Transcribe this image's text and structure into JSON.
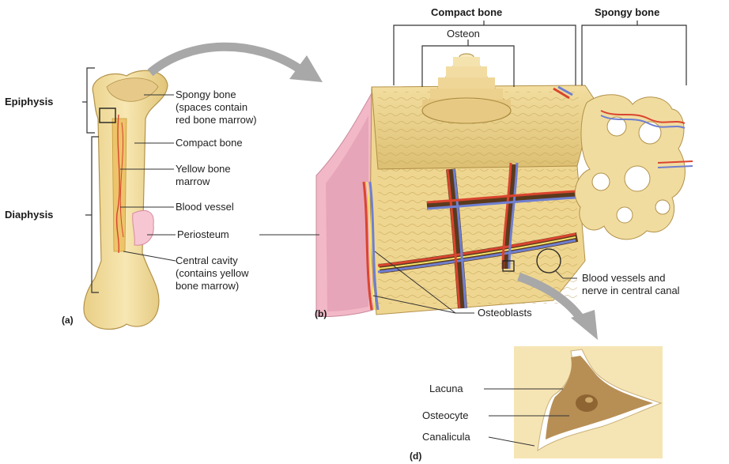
{
  "panel_a": {
    "tag": "(a)",
    "epiphysis": "Epiphysis",
    "diaphysis": "Diaphysis",
    "labels": {
      "spongy": "Spongy bone\n(spaces contain\nred bone marrow)",
      "compact": "Compact bone",
      "yellow_marrow": "Yellow bone\nmarrow",
      "blood_vessel": "Blood vessel",
      "periosteum": "Periosteum",
      "central_cavity": "Central cavity\n(contains yellow\nbone marrow)"
    }
  },
  "panel_b": {
    "tag": "(b)",
    "compact_bone": "Compact bone",
    "spongy_bone": "Spongy bone",
    "osteon": "Osteon",
    "osteoblasts": "Osteoblasts",
    "blood_vessels": "Blood vessels and\nnerve in central canal"
  },
  "panel_d": {
    "tag": "(d)",
    "lacuna": "Lacuna",
    "osteocyte": "Osteocyte",
    "canalicula": "Canalicula"
  },
  "colors": {
    "bone": "#f2dc9a",
    "bone_dark": "#c9a95a",
    "marrow_yellow": "#e8b84a",
    "periosteum": "#f1b9c9",
    "artery": "#d9452f",
    "vein": "#6f7fd0",
    "nerve": "#f4e36a",
    "arrow": "#a8a8a8"
  }
}
